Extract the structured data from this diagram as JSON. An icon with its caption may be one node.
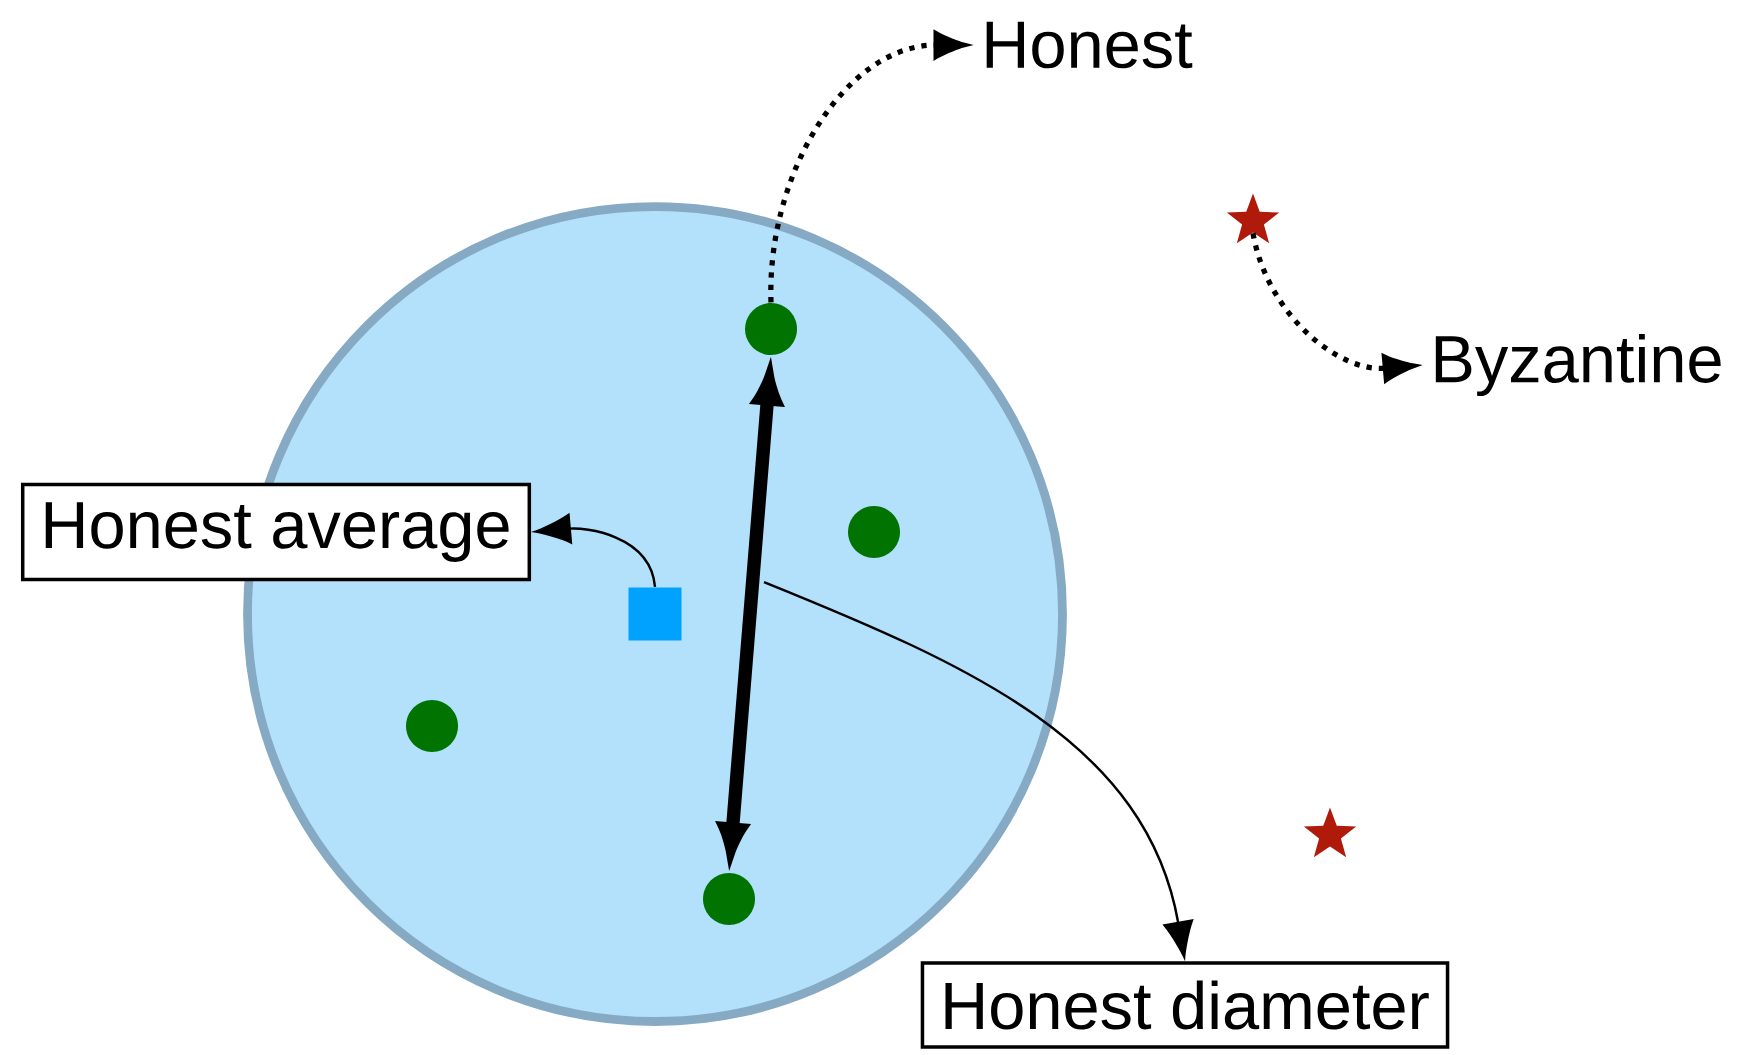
{
  "diagram": {
    "nodes": [
      {
        "text": [],
        "shape": "circle"
      },
      {
        "text": [],
        "shape": "circle",
        "in": 0
      },
      {
        "text": [],
        "shape": "circle",
        "in": 0
      },
      {
        "text": [],
        "shape": "circle",
        "in": 0
      },
      {
        "text": [],
        "shape": "circle",
        "in": 0
      },
      {
        "text": [],
        "shape": "box",
        "in": 0
      },
      {
        "text": [],
        "shape": "star"
      },
      {
        "text": [],
        "shape": "star"
      },
      {
        "text": [
          "Honest"
        ]
      },
      {
        "text": [
          "Byzantine"
        ]
      },
      {
        "text": [
          "Honest average"
        ]
      },
      {
        "text": [
          "Honest diameter"
        ]
      }
    ],
    "edges": [
      {
        "from": 1,
        "to": 8,
        "arrow": "to",
        "style": "dashed"
      },
      {
        "from": 6,
        "to": 9,
        "arrow": "to",
        "style": "dashed"
      },
      {
        "from": 1,
        "to": 4,
        "arrow": "both",
        "style": "thick"
      },
      {
        "from": 5,
        "to": 10,
        "arrow": "to"
      },
      {
        "from": null,
        "to": 11,
        "arrow": "to"
      }
    ]
  }
}
